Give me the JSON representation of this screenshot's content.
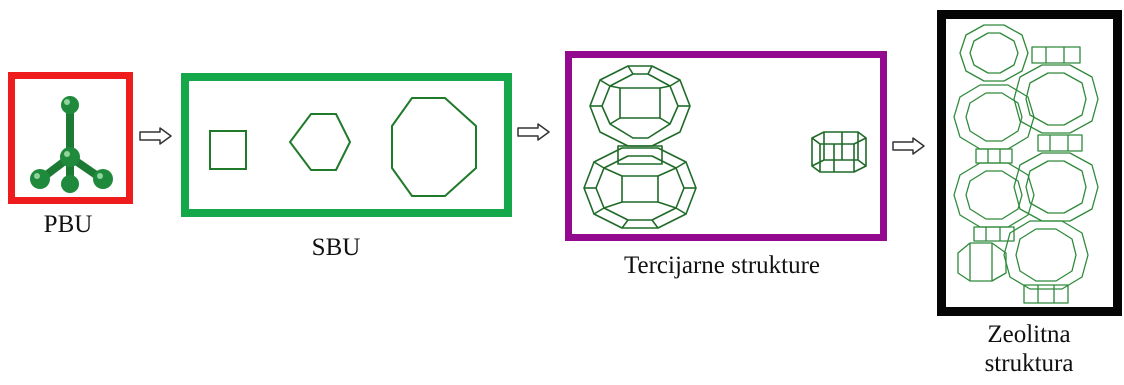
{
  "stages": [
    {
      "id": "pbu",
      "label": "PBU",
      "color": "#ee1c1c"
    },
    {
      "id": "sbu",
      "label": "SBU",
      "color": "#14a84a"
    },
    {
      "id": "tertiary",
      "label": "Tercijarne strukture",
      "color": "#930a8e"
    },
    {
      "id": "zeolite",
      "label": "Zeolitna struktura",
      "label_lines": [
        "Zeolitna",
        "struktura"
      ],
      "color": "#050505"
    }
  ],
  "arrow_color": "#333333",
  "structure_color": "#1f7a2a"
}
